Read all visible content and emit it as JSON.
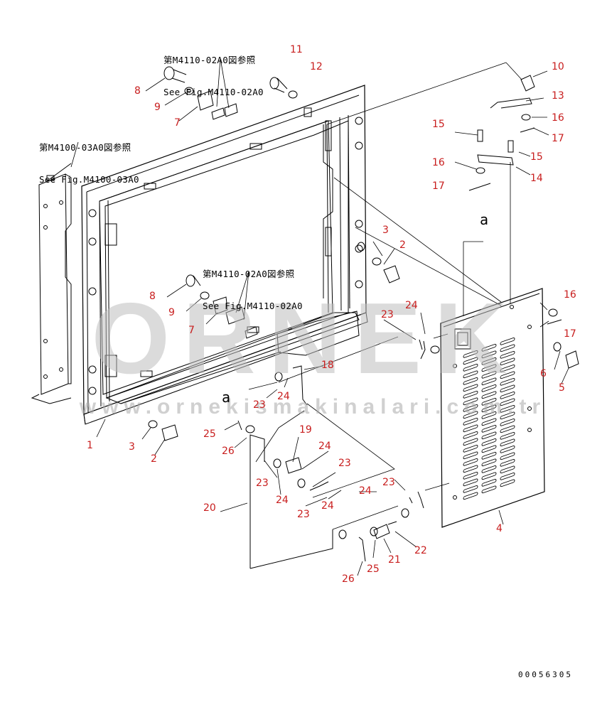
{
  "references": {
    "top": {
      "jp": "第M4110-02A0図参照",
      "en": "See Fig.M4110-02A0"
    },
    "left": {
      "jp": "第M4100-03A0図参照",
      "en": "See Fig.M4100-03A0"
    },
    "middle": {
      "jp": "第M4110-02A0図参照",
      "en": "See Fig.M4110-02A0"
    }
  },
  "part_numbers": [
    "1",
    "2",
    "3",
    "4",
    "5",
    "6",
    "7",
    "8",
    "9",
    "10",
    "11",
    "12",
    "13",
    "14",
    "15",
    "16",
    "17",
    "18",
    "19",
    "20",
    "21",
    "22",
    "23",
    "24",
    "25",
    "26"
  ],
  "labels": {
    "n8a": "8",
    "n9a": "9",
    "n7a": "7",
    "n11": "11",
    "n12": "12",
    "n10": "10",
    "n13": "13",
    "n16a": "16",
    "n17a": "17",
    "n15a": "15",
    "n15b": "15",
    "n16b": "16",
    "n14": "14",
    "n17b": "17",
    "n3a": "3",
    "n2a": "2",
    "n8b": "8",
    "n9b": "9",
    "n7b": "7",
    "n23a": "23",
    "n24a": "24",
    "n16c": "16",
    "n17c": "17",
    "n6": "6",
    "n5": "5",
    "n18": "18",
    "n24b": "24",
    "n23b": "23",
    "n25a": "25",
    "n26a": "26",
    "n19": "19",
    "n24c": "24",
    "n23c": "23",
    "n23d": "23",
    "n24d": "24",
    "n1": "1",
    "n3b": "3",
    "n2b": "2",
    "n20": "20",
    "n23e": "23",
    "n24e": "24",
    "n23f": "23",
    "n24f": "24",
    "n22": "22",
    "n21": "21",
    "n25b": "25",
    "n26b": "26",
    "n4": "4"
  },
  "section_marks": {
    "upper": "a",
    "lower": "a"
  },
  "document_number": "00056305",
  "watermark": {
    "brand": "ORNEK",
    "url": "www.ornekismakinalari.com.tr"
  },
  "colors": {
    "part_number": "#c81e1e",
    "line": "#000000",
    "watermark": "#bdbdbd",
    "accent": "#f4c430"
  }
}
